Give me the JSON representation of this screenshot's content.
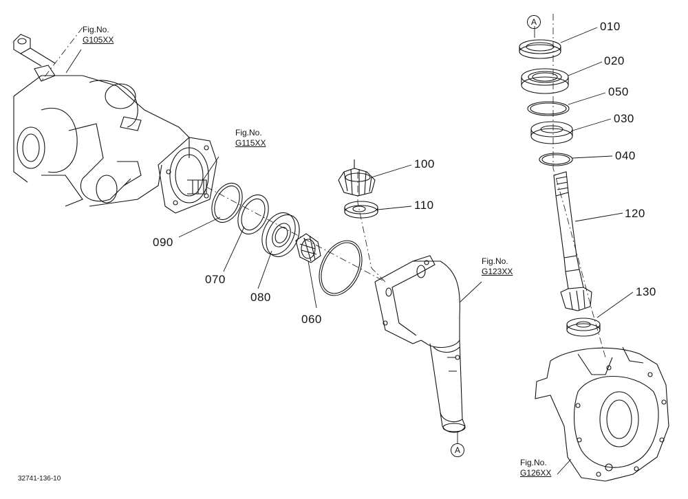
{
  "diagram_id": "32741-136-10",
  "parts": [
    {
      "key": "p010",
      "no": "010"
    },
    {
      "key": "p020",
      "no": "020"
    },
    {
      "key": "p050",
      "no": "050"
    },
    {
      "key": "p030",
      "no": "030"
    },
    {
      "key": "p040",
      "no": "040"
    },
    {
      "key": "p100",
      "no": "100"
    },
    {
      "key": "p110",
      "no": "110"
    },
    {
      "key": "p120",
      "no": "120"
    },
    {
      "key": "p130",
      "no": "130"
    },
    {
      "key": "p090",
      "no": "090"
    },
    {
      "key": "p070",
      "no": "070"
    },
    {
      "key": "p080",
      "no": "080"
    },
    {
      "key": "p060",
      "no": "060"
    }
  ],
  "figure_refs": [
    {
      "label": "Fig.No.",
      "ref": "G105XX"
    },
    {
      "label": "Fig.No.",
      "ref": "G115XX"
    },
    {
      "label": "Fig.No.",
      "ref": "G123XX"
    },
    {
      "label": "Fig.No.",
      "ref": "G126XX"
    }
  ],
  "connector_marks": [
    "A",
    "A"
  ]
}
